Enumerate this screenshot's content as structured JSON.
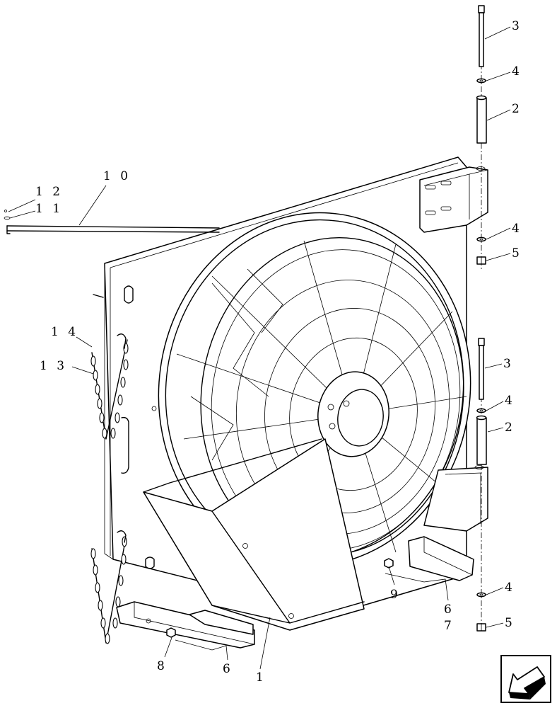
{
  "callouts": [
    {
      "id": "c3a",
      "text": "3"
    },
    {
      "id": "c4a",
      "text": "4"
    },
    {
      "id": "c2a",
      "text": "2"
    },
    {
      "id": "c10",
      "text": "1 0"
    },
    {
      "id": "c12",
      "text": "1 2"
    },
    {
      "id": "c11",
      "text": "1 1"
    },
    {
      "id": "c4b",
      "text": "4"
    },
    {
      "id": "c5a",
      "text": "5"
    },
    {
      "id": "c14",
      "text": "1 4"
    },
    {
      "id": "c13",
      "text": "1 3"
    },
    {
      "id": "c3b",
      "text": "3"
    },
    {
      "id": "c4c",
      "text": "4"
    },
    {
      "id": "c2b",
      "text": "2"
    },
    {
      "id": "c9",
      "text": "9"
    },
    {
      "id": "c6a",
      "text": "6"
    },
    {
      "id": "c7",
      "text": "7"
    },
    {
      "id": "c4d",
      "text": "4"
    },
    {
      "id": "c5b",
      "text": "5"
    },
    {
      "id": "c8",
      "text": "8"
    },
    {
      "id": "c6b",
      "text": "6"
    },
    {
      "id": "c1",
      "text": "1"
    }
  ],
  "nav": {
    "icon": "next-page-arrow-icon"
  }
}
